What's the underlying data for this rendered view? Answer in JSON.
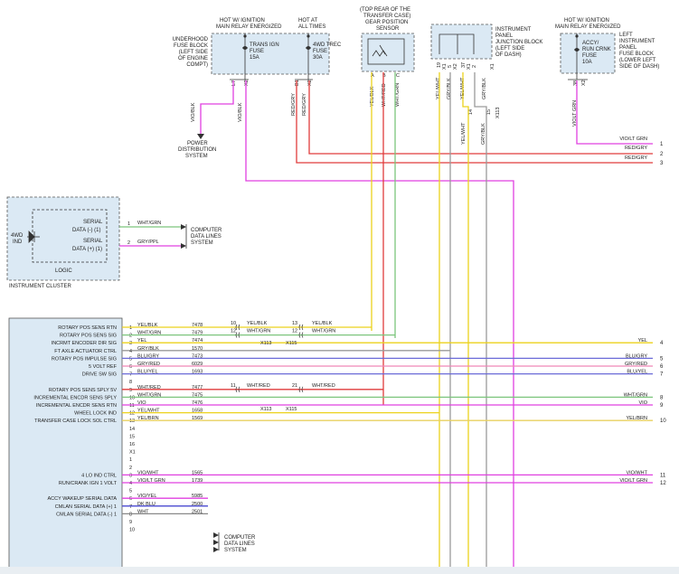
{
  "colors": {
    "violet": "#e040e0",
    "red": "#e03c3c",
    "yellow": "#ecd21c",
    "green": "#7cc57c",
    "blue": "#6b6bd8",
    "gray": "#9a9a9a",
    "pink": "#ef86b8",
    "orange": "#e8b46a",
    "black": "#222222",
    "box_fill": "#dbe9f4"
  },
  "underhood": {
    "hot_ign": [
      "HOT W/ IGNITION",
      "MAIN RELAY ENERGIZED"
    ],
    "hot_all": [
      "HOT AT",
      "ALL TIMES"
    ],
    "label": [
      "UNDERHOOD",
      "FUSE BLOCK",
      "(LEFT SIDE",
      "OF ENGINE",
      "COMPT)"
    ],
    "fuse1": [
      "TRANS IGN",
      "FUSE",
      "15A"
    ],
    "fuse2": [
      "4WD TREC",
      "FUSE",
      "30A"
    ],
    "pin_l7": "L7",
    "pin_x2a": "X2",
    "pin_b1": "B1",
    "pin_x2b": "X2",
    "wire_vio_blk_a": "VIO/BLK",
    "wire_vio_blk_b": "VIO/BLK",
    "wire_red_gry_a": "RED/GRY",
    "wire_red_gry_b": "RED/GRY",
    "pds": [
      "POWER",
      "DISTRIBUTION",
      "SYSTEM"
    ]
  },
  "sensor": {
    "label": [
      "(TOP REAR OF THE",
      "TRANSFER CASE)",
      "GEAR POSITION",
      "SENSOR"
    ],
    "pins": [
      "A",
      "B",
      "C"
    ],
    "wires": [
      "YEL/BLK",
      "WHT/RED",
      "WHT/GRN"
    ]
  },
  "ipjb": {
    "label": [
      "INSTRUMENT",
      "PANEL",
      "JUNCTION BLOCK",
      "(LEFT SIDE",
      "OF DASH)"
    ],
    "pins_top": [
      "19",
      "5",
      "37",
      "2"
    ],
    "pins_x": [
      "X1",
      "X2",
      "X1",
      "X1"
    ],
    "wires_top": [
      "YEL/WHT",
      "GRY/BLK",
      "YEL/WHT",
      "GRY/BLK"
    ],
    "pin_14": "14",
    "pin_15": "15",
    "x113": "X113",
    "wires_low": [
      "YEL/WHT",
      "GRY/BLK"
    ]
  },
  "lipfb": {
    "hot": [
      "HOT W/ IGNITION",
      "MAIN RELAY ENERGIZED"
    ],
    "fuse": [
      "ACCY/",
      "RUN CRNK",
      "FUSE",
      "10A"
    ],
    "label": [
      "LEFT",
      "INSTRUMENT",
      "PANEL",
      "FUSE BLOCK",
      "(LOWER LEFT",
      "SIDE OF DASH)"
    ],
    "pin_38": "38",
    "pin_x2": "X2",
    "wire": "VIOLT GRN"
  },
  "top_right_wires": [
    {
      "label": "VIO/LT GRN",
      "num": "1"
    },
    {
      "label": "RED/GRY",
      "num": "2"
    },
    {
      "label": "RED/GRY",
      "num": "3"
    }
  ],
  "cluster": {
    "ind": [
      "4WD",
      "IND"
    ],
    "logic": "LOGIC",
    "title": "INSTRUMENT CLUSTER",
    "serial_minus": [
      "SERIAL",
      "DATA (-) (1)"
    ],
    "serial_plus": [
      "SERIAL",
      "DATA (+) (1)"
    ],
    "pin1": "1",
    "pin2": "2",
    "wire1": "WHT/GRN",
    "wire2": "GRY/PPL",
    "cdls": [
      "COMPUTER",
      "DATA LINES",
      "SYSTEM"
    ]
  },
  "module_rows": [
    {
      "label": "ROTARY POS SENS RTN",
      "pin": "1",
      "wire": "YEL/BLK",
      "circuit": "7478",
      "j1": "10",
      "w1": "YEL/BLK",
      "j2": "13",
      "w2": "YEL/BLK"
    },
    {
      "label": "ROTARY POS SENS SIG",
      "pin": "2",
      "wire": "WHT/GRN",
      "circuit": "7479",
      "j1": "12",
      "w1": "WHT/GRN",
      "j2": "12",
      "w2": "WHT/GRN"
    },
    {
      "label": "INCRMT ENCODER DIR SIG",
      "pin": "3",
      "wire": "YEL",
      "circuit": "7474",
      "right": "YEL",
      "num": "4"
    },
    {
      "label": "FT AXLE ACTUATOR CTRL",
      "pin": "4",
      "wire": "GRY/BLK",
      "circuit": "1570"
    },
    {
      "label": "ROTARY POS IMPULSE SIG",
      "pin": "5",
      "wire": "BLU/GRY",
      "circuit": "7473",
      "right": "BLU/GRY",
      "num": "5"
    },
    {
      "label": "5 VOLT REF",
      "pin": "6",
      "wire": "GRY/RED",
      "circuit": "6029",
      "right": "GRY/RED",
      "num": "6"
    },
    {
      "label": "DRIVE SW SIG",
      "pin": "7",
      "wire": "BLU/YEL",
      "circuit": "1693",
      "right": "BLU/YEL",
      "num": "7"
    },
    {
      "label": "",
      "pin": "8"
    },
    {
      "label": "ROTARY POS SENS SPLY 5V",
      "pin": "9",
      "wire": "WHT/RED",
      "circuit": "7477",
      "j1": "11",
      "w1": "WHT/RED",
      "j2": "21",
      "w2": "WHT/RED"
    },
    {
      "label": "INCREMENTAL ENCDR SENS SPLY",
      "pin": "10",
      "wire": "WHT/GRN",
      "circuit": "7475",
      "right": "WHT/GRN",
      "num": "8"
    },
    {
      "label": "INCREMENTAL ENCDR SENS RTN",
      "pin": "11",
      "wire": "VIO",
      "circuit": "7476",
      "right": "VIO",
      "num": "9"
    },
    {
      "label": "WHEEL LOCK IND",
      "pin": "12",
      "wire": "YEL/WHT",
      "circuit": "1658"
    },
    {
      "label": "TRANSFER CASE LOCK SOL CTRL",
      "pin": "13",
      "wire": "YEL/BRN",
      "circuit": "1569",
      "right": "YEL/BRN",
      "num": "10"
    },
    {
      "label": "",
      "pin": "14"
    },
    {
      "label": "",
      "pin": "15"
    },
    {
      "label": "",
      "pin": "16"
    },
    {
      "label": "",
      "pin": "X1"
    },
    {
      "label": "",
      "pin": "1"
    },
    {
      "label": "",
      "pin": "2"
    },
    {
      "label": "4 LO IND CTRL",
      "pin": "3",
      "wire": "VIO/WHT",
      "circuit": "1565",
      "right": "VIO/WHT",
      "num": "11"
    },
    {
      "label": "RUN/CRANK IGN 1 VOLT",
      "pin": "4",
      "wire": "VIO/LT GRN",
      "circuit": "1739",
      "right": "VIO/LT GRN",
      "num": "12"
    },
    {
      "label": "",
      "pin": "5"
    },
    {
      "label": "ACCY WAKEUP SERIAL DATA",
      "pin": "6",
      "wire": "VIO/YEL",
      "circuit": "5985"
    },
    {
      "label": "CMLAN SERIAL DATA (+) 1",
      "pin": "7",
      "wire": "DK BLU",
      "circuit": "2500"
    },
    {
      "label": "CMLAN SERIAL DATA (-) 1",
      "pin": "8",
      "wire": "WHT",
      "circuit": "2501"
    },
    {
      "label": "",
      "pin": "9"
    },
    {
      "label": "",
      "pin": "10"
    }
  ],
  "conn_x113": "X113",
  "conn_x115": "X115",
  "module_cdls": [
    "COMPUTER",
    "DATA LINES",
    "SYSTEM"
  ]
}
